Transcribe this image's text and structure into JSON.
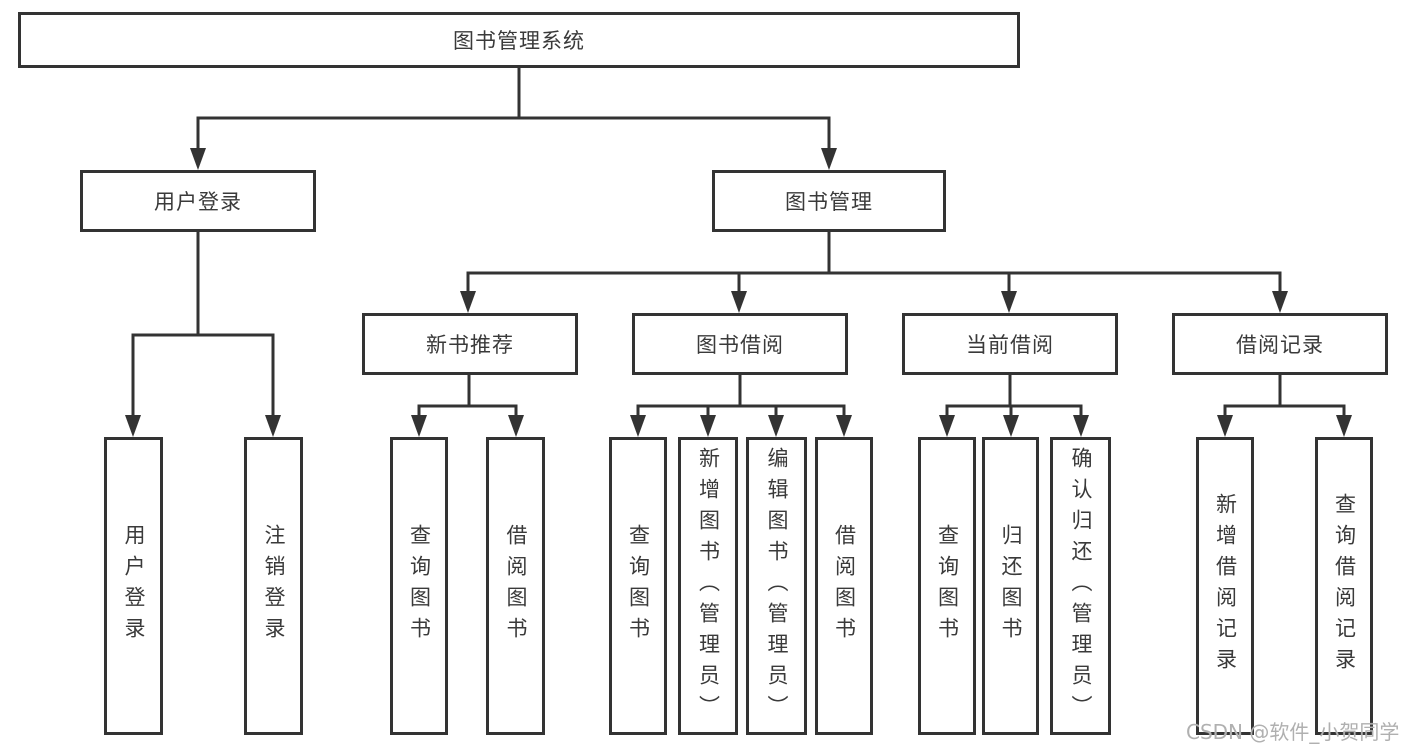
{
  "tree": {
    "root": {
      "label": "图书管理系统"
    },
    "children": [
      {
        "label": "用户登录",
        "children": [
          {
            "label": "用户登录"
          },
          {
            "label": "注销登录"
          }
        ]
      },
      {
        "label": "图书管理",
        "children": [
          {
            "label": "新书推荐",
            "children": [
              {
                "label": "查询图书"
              },
              {
                "label": "借阅图书"
              }
            ]
          },
          {
            "label": "图书借阅",
            "children": [
              {
                "label": "查询图书"
              },
              {
                "label": "新增图书（管理员）"
              },
              {
                "label": "编辑图书（管理员）"
              },
              {
                "label": "借阅图书"
              }
            ]
          },
          {
            "label": "当前借阅",
            "children": [
              {
                "label": "查询图书"
              },
              {
                "label": "归还图书"
              },
              {
                "label": "确认归还（管理员）"
              }
            ]
          },
          {
            "label": "借阅记录",
            "children": [
              {
                "label": "新增借阅记录"
              },
              {
                "label": "查询借阅记录"
              }
            ]
          }
        ]
      }
    ]
  },
  "watermark": {
    "text": "CSDN @软件_小贺同学"
  },
  "colors": {
    "line": "#333333",
    "text": "#3a3a3a",
    "background": "#ffffff",
    "watermark": "#b0b0b0"
  }
}
